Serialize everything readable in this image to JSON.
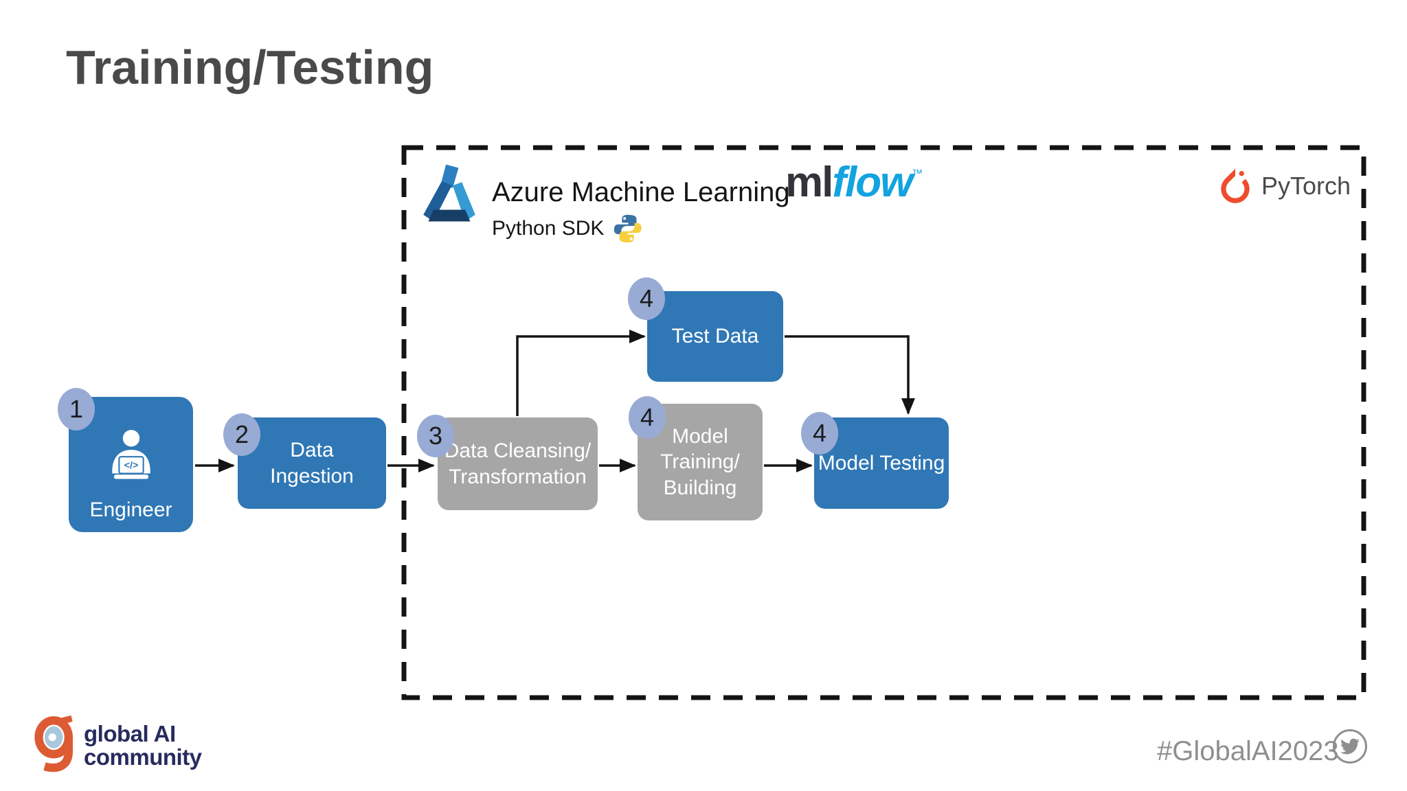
{
  "slide_title": "Training/Testing",
  "platform_header": {
    "azure_ml_label": "Azure Machine Learning",
    "python_sdk_label": "Python SDK",
    "mlflow": {
      "ml": "ml",
      "flow": "flow",
      "tm": "™"
    },
    "pytorch_label": "PyTorch"
  },
  "flow": {
    "nodes": [
      {
        "id": "engineer",
        "step": "1",
        "label": "Engineer",
        "color": "#3077b5"
      },
      {
        "id": "data-ingestion",
        "step": "2",
        "label": "Data\nIngestion",
        "color": "#3077b5"
      },
      {
        "id": "data-cleansing-transformation",
        "step": "3",
        "label": "Data Cleansing/\nTransformation",
        "color": "#a7a6a6"
      },
      {
        "id": "test-data",
        "step": "4",
        "label": "Test Data",
        "color": "#3077b5"
      },
      {
        "id": "model-training-building",
        "step": "4",
        "label": "Model\nTraining/\nBuilding",
        "color": "#a7a6a6"
      },
      {
        "id": "model-testing",
        "step": "4",
        "label": "Model Testing",
        "color": "#3077b5"
      }
    ]
  },
  "icons": {
    "code_glyph": "</>"
  },
  "footer": {
    "community_logo_line1": "global AI",
    "community_logo_line2": "community",
    "hashtag": "#GlobalAI2023"
  },
  "colors": {
    "node_blue": "#3077b5",
    "node_gray": "#a7a6a6",
    "step_badge": "#98abd5",
    "mlflow_blue": "#12a3e0",
    "pytorch_orange": "#ee4c2c",
    "community_navy": "#272b5e",
    "community_orange": "#dd5b33",
    "hashtag_gray": "#8f8f8f",
    "title_gray": "#4a4a4a"
  }
}
